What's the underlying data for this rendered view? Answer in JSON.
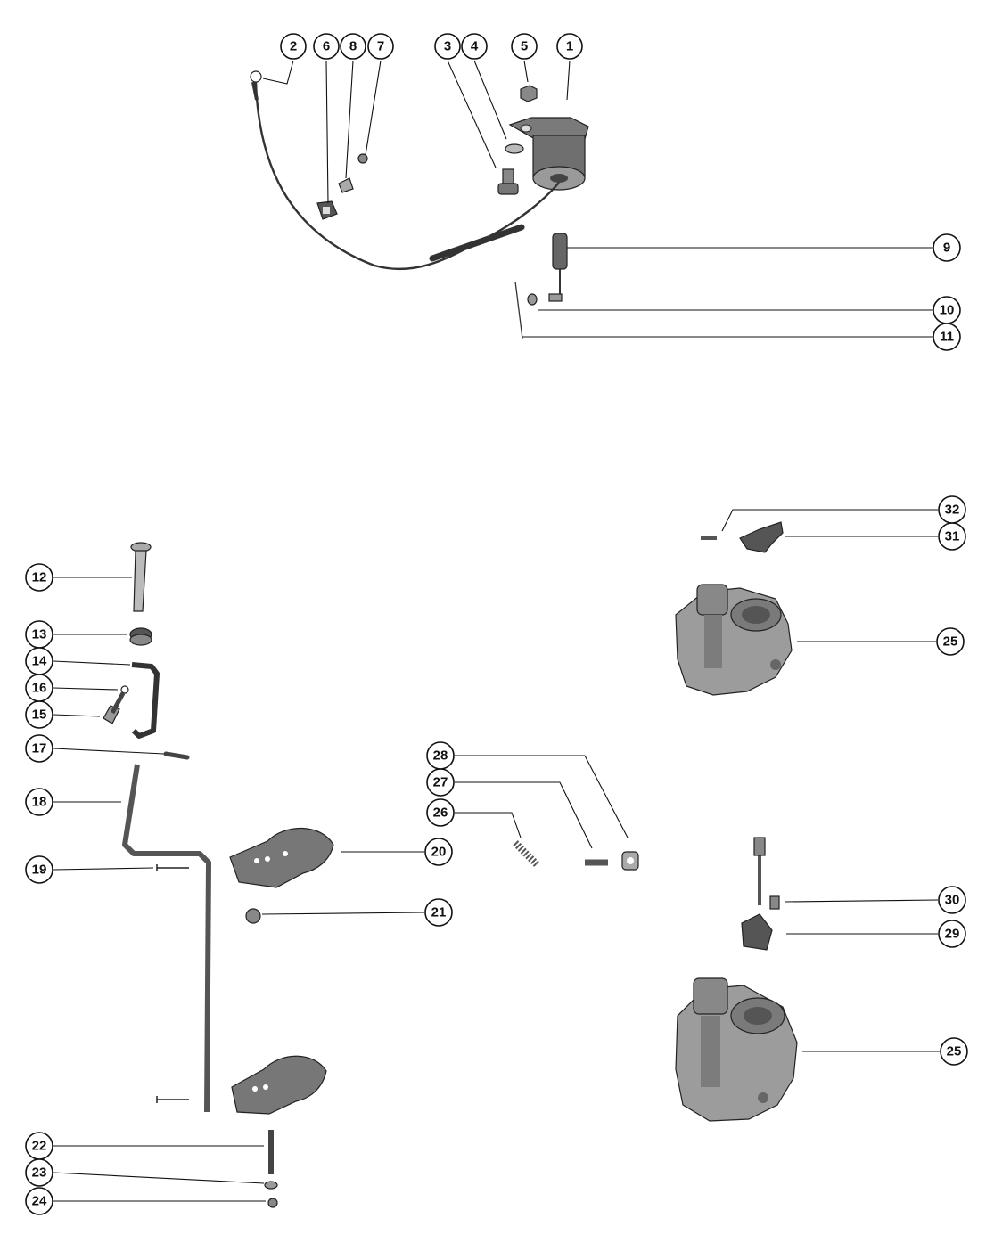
{
  "figure": {
    "type": "exploded-parts-diagram",
    "colors": {
      "ink": "#111111",
      "part_fill": "#8a8a8a",
      "part_dark": "#555555",
      "background": "#ffffff"
    }
  },
  "callouts": [
    {
      "id": "c1",
      "label": "1"
    },
    {
      "id": "c2",
      "label": "2"
    },
    {
      "id": "c3",
      "label": "3"
    },
    {
      "id": "c4",
      "label": "4"
    },
    {
      "id": "c5",
      "label": "5"
    },
    {
      "id": "c6",
      "label": "6"
    },
    {
      "id": "c7",
      "label": "7"
    },
    {
      "id": "c8",
      "label": "8"
    },
    {
      "id": "c9",
      "label": "9"
    },
    {
      "id": "c10",
      "label": "10"
    },
    {
      "id": "c11",
      "label": "11"
    },
    {
      "id": "c12",
      "label": "12"
    },
    {
      "id": "c13",
      "label": "13"
    },
    {
      "id": "c14",
      "label": "14"
    },
    {
      "id": "c15",
      "label": "15"
    },
    {
      "id": "c16",
      "label": "16"
    },
    {
      "id": "c17",
      "label": "17"
    },
    {
      "id": "c18",
      "label": "18"
    },
    {
      "id": "c19",
      "label": "19"
    },
    {
      "id": "c20",
      "label": "20"
    },
    {
      "id": "c21",
      "label": "21"
    },
    {
      "id": "c22",
      "label": "22"
    },
    {
      "id": "c23",
      "label": "23"
    },
    {
      "id": "c24",
      "label": "24"
    },
    {
      "id": "c25a",
      "label": "25"
    },
    {
      "id": "c25b",
      "label": "25"
    },
    {
      "id": "c26",
      "label": "26"
    },
    {
      "id": "c27",
      "label": "27"
    },
    {
      "id": "c28",
      "label": "28"
    },
    {
      "id": "c29",
      "label": "29"
    },
    {
      "id": "c30",
      "label": "30"
    },
    {
      "id": "c31",
      "label": "31"
    },
    {
      "id": "c32",
      "label": "32"
    }
  ]
}
